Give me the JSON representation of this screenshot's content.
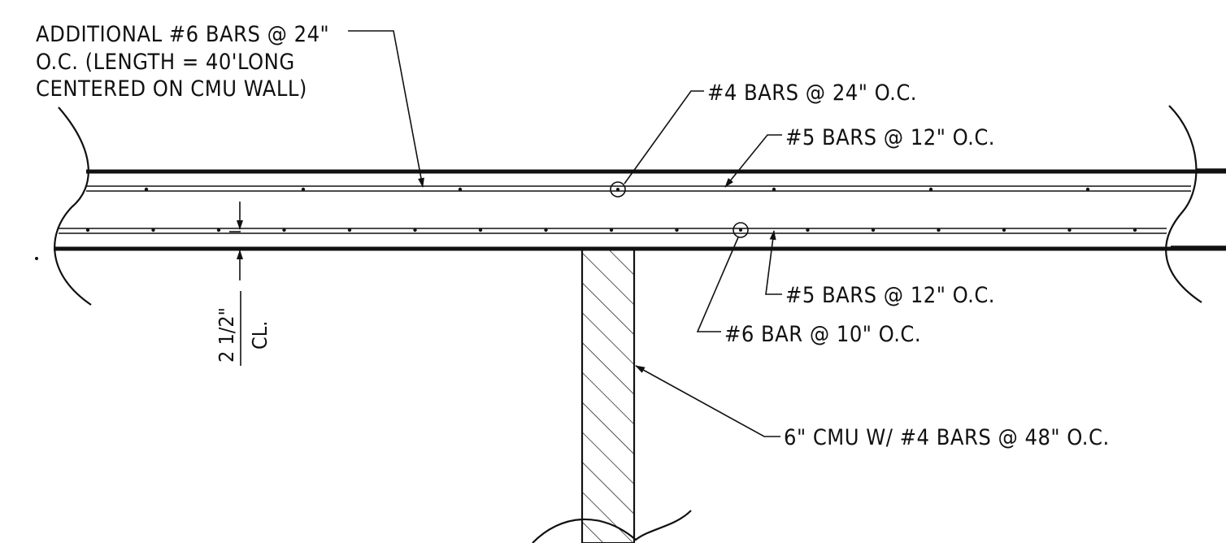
{
  "notes": {
    "additional_bars": [
      "ADDITIONAL #6 BARS @ 24\"",
      "O.C. (LENGTH = 40'LONG",
      "CENTERED ON CMU WALL)"
    ],
    "top_bars_4": "#4 BARS @ 24\" O.C.",
    "top_bars_5": "#5 BARS @ 12\" O.C.",
    "bottom_bars_5": "#5 BARS @ 12\" O.C.",
    "bottom_bars_6": "#6 BAR @ 10\" O.C.",
    "cmu_wall": "6\" CMU W/ #4 BARS @ 48\" O.C."
  },
  "dimension": {
    "value": "2 1/2\"",
    "reference": "CL."
  }
}
